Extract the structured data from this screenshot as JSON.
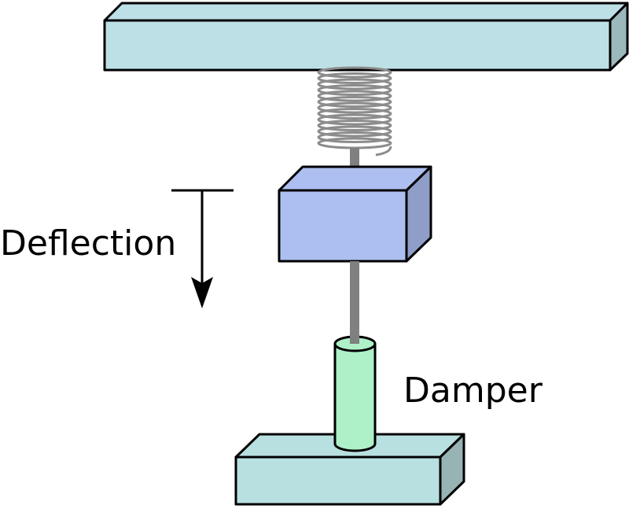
{
  "labels": {
    "deflection": "Deflection",
    "damper": "Damper"
  },
  "colors": {
    "beam": "#bde0e6",
    "beam_side": "#9bb9bd",
    "mass": "#adbff0",
    "mass_side": "#8f9ec8",
    "damper": "#aef0c8",
    "base": "#b9e0e0",
    "base_side": "#97b3b3",
    "spring": "#8c8c8c",
    "rod": "#808080"
  },
  "spring_coils": 13
}
